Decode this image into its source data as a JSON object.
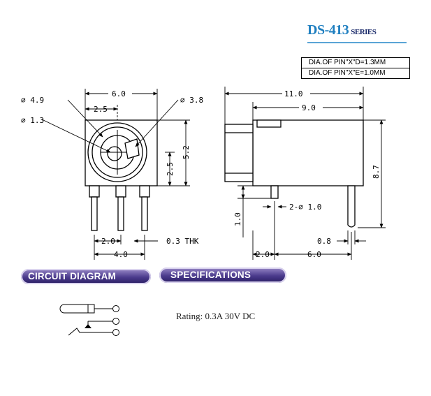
{
  "header": {
    "model": "DS-413",
    "series": "SERIES"
  },
  "pin_table": [
    "DIA.OF PIN\"X\"D=1.3MM",
    "DIA.OF PIN\"X\"E=1.0MM"
  ],
  "front_view": {
    "dim_width": "6.0",
    "dim_center": "2.5",
    "dia_outer": "∅ 4.9",
    "dia_inner": "∅ 1.3",
    "dia_socket": "∅ 3.8",
    "dim_height": "5.2",
    "dim_center_height": "2.5",
    "dim_pin_pitch": "2.0",
    "dim_pin_span": "4.0",
    "dim_thickness": "0.3 THK"
  },
  "side_view": {
    "dim_length": "11.0",
    "dim_body": "9.0",
    "dim_height": "8.7",
    "dim_pin_length": "1.0",
    "dim_pin_dia": "2-∅ 1.0",
    "dim_pin_width": "0.8",
    "dim_offset": "2.0",
    "dim_pin_spacing": "6.0"
  },
  "sections": {
    "circuit": "CIRCUIT DIAGRAM",
    "specs": "SPECIFICATIONS"
  },
  "specs": {
    "rating": "Rating: 0.3A 30V DC"
  }
}
